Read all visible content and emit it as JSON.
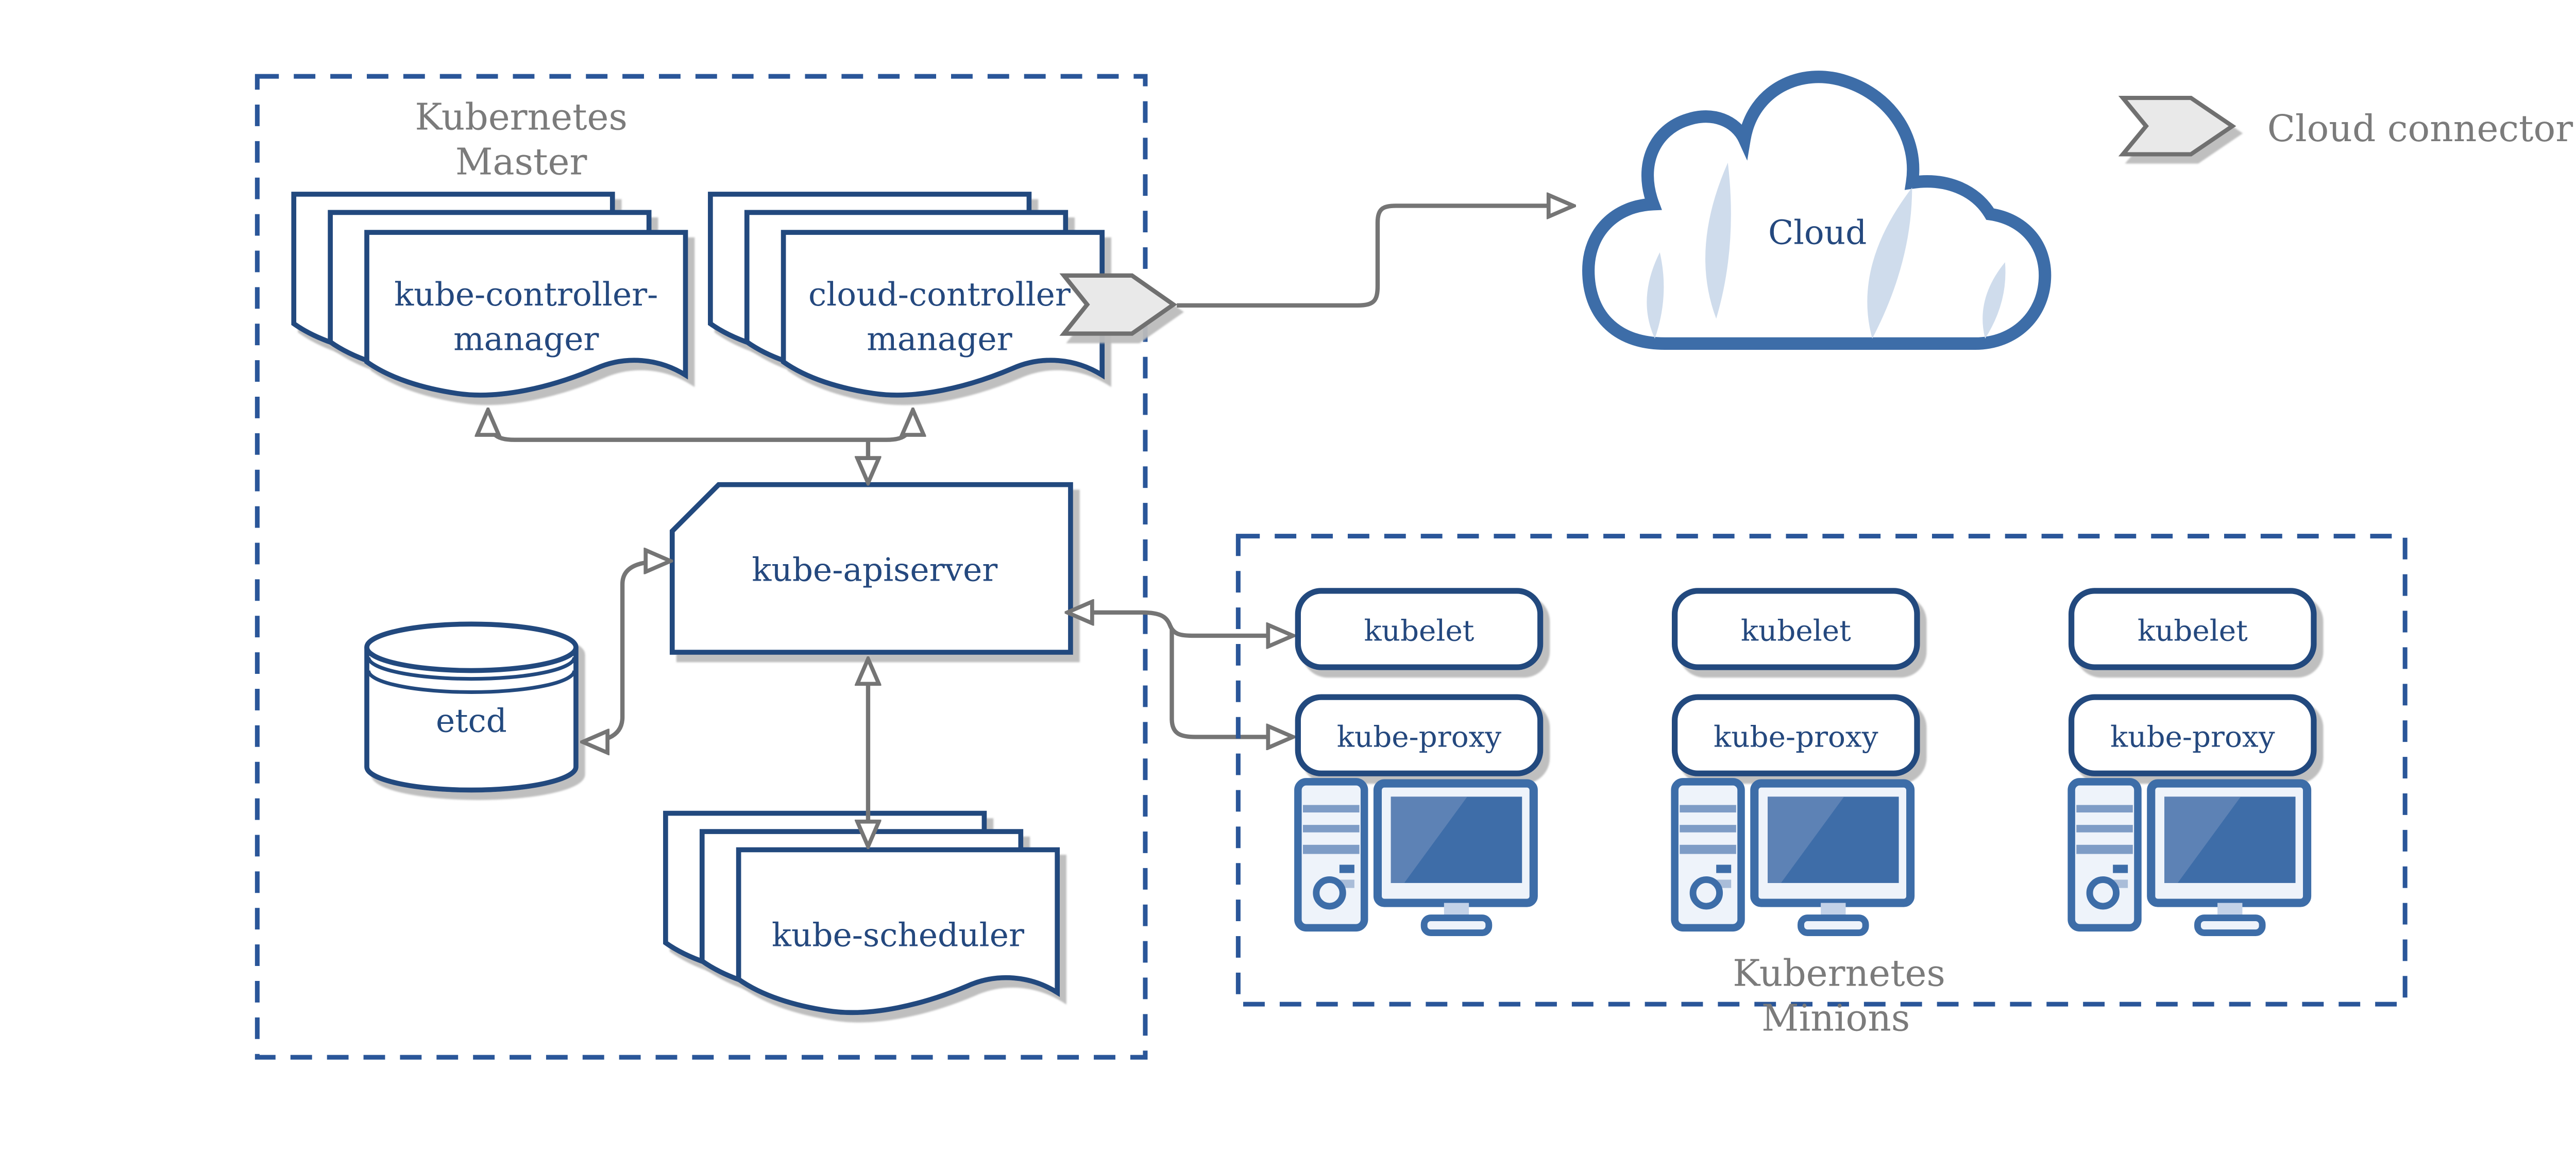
{
  "colors": {
    "navy": "#24487E",
    "dashed_blue": "#2A5699",
    "cloud_blue": "#3D6DA8",
    "gray_text": "#7B7B7B",
    "arrow_gray": "#757575",
    "shadow_gray": "#BDBDBD",
    "crescent_blue": "#CFDCEC",
    "chevron_fill": "#E9E9E9",
    "chevron_stroke": "#707070",
    "screen_blue": "#3E6DA8"
  },
  "master": {
    "label_line1": "Kubernetes",
    "label_line2": "Master",
    "kube_controller_manager_line1": "kube-controller-",
    "kube_controller_manager_line2": "manager",
    "cloud_controller_manager_line1": "cloud-controller",
    "cloud_controller_manager_line2": "manager",
    "kube_apiserver": "kube-apiserver",
    "etcd": "etcd",
    "kube_scheduler": "kube-scheduler"
  },
  "cloud": {
    "label": "Cloud"
  },
  "legend": {
    "label": "Cloud connector"
  },
  "minions": {
    "label_line1": "Kubernetes",
    "label_line2": "Minions",
    "nodes": [
      {
        "kubelet": "kubelet",
        "kube_proxy": "kube-proxy"
      },
      {
        "kubelet": "kubelet",
        "kube_proxy": "kube-proxy"
      },
      {
        "kubelet": "kubelet",
        "kube_proxy": "kube-proxy"
      }
    ]
  }
}
